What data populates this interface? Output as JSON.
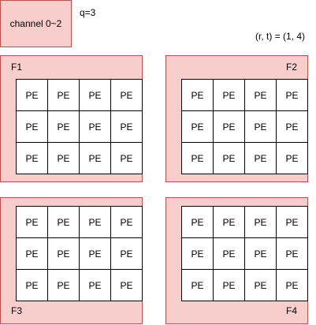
{
  "channel_label": "channel 0~2",
  "q_label": "q=3",
  "rt_label": "(r, t) = (1, 4)",
  "frames": [
    {
      "label": "F1"
    },
    {
      "label": "F2"
    },
    {
      "label": "F3"
    },
    {
      "label": "F4"
    }
  ],
  "pe_label": "PE",
  "colors": {
    "frame_fill": "#f8cecc",
    "frame_border": "#b85450",
    "pe_fill": "#ffffff"
  }
}
